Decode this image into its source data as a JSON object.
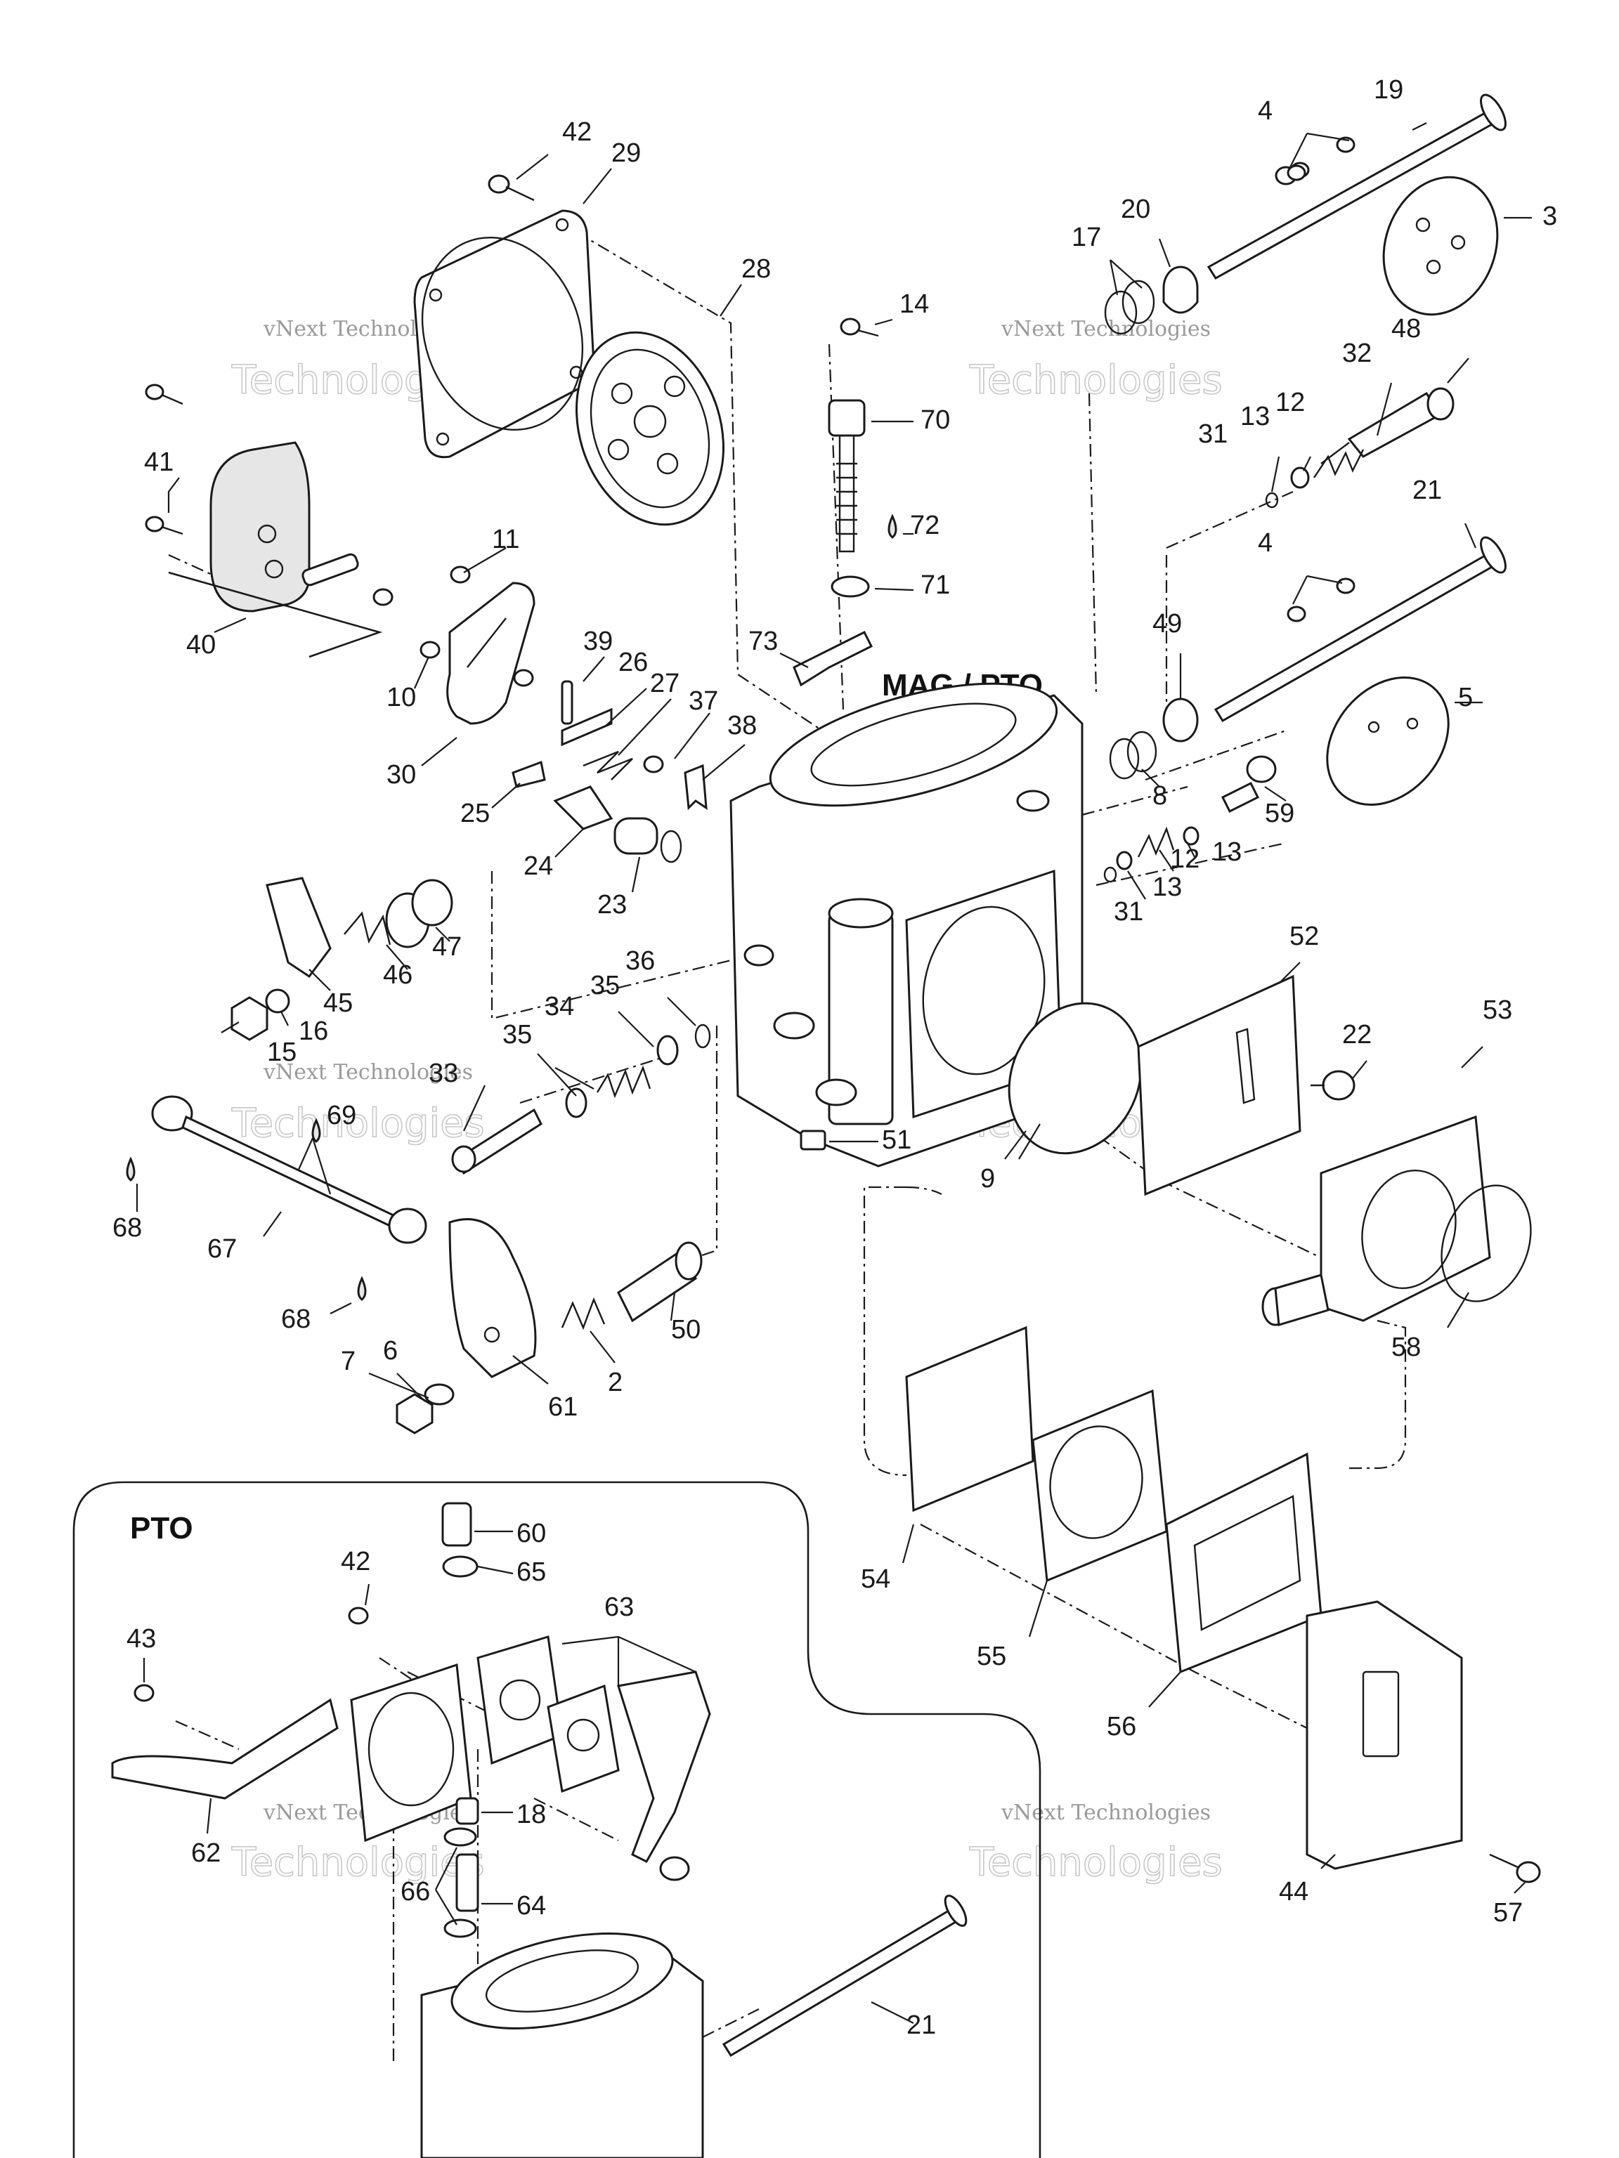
{
  "section_labels": {
    "mag_pto": "MAG / PTO",
    "pto": "PTO"
  },
  "watermark": {
    "line1": "vNext Technologies",
    "line2": "Technologies",
    "line3": "vNext"
  },
  "callouts": {
    "c2": "2",
    "c3": "3",
    "c4a": "4",
    "c4b": "4",
    "c5": "5",
    "c6": "6",
    "c7": "7",
    "c8": "8",
    "c9": "9",
    "c10": "10",
    "c11": "11",
    "c12a": "12",
    "c12b": "12",
    "c13a": "13",
    "c13b": "13",
    "c13c": "13",
    "c14": "14",
    "c15": "15",
    "c16": "16",
    "c17": "17",
    "c18": "18",
    "c19": "19",
    "c20": "20",
    "c21a": "21",
    "c21b": "21",
    "c22": "22",
    "c23": "23",
    "c24": "24",
    "c25": "25",
    "c26": "26",
    "c27": "27",
    "c28": "28",
    "c29": "29",
    "c30": "30",
    "c31a": "31",
    "c31b": "31",
    "c32": "32",
    "c33": "33",
    "c34": "34",
    "c35a": "35",
    "c35b": "35",
    "c36": "36",
    "c37": "37",
    "c38": "38",
    "c39": "39",
    "c40": "40",
    "c41": "41",
    "c42a": "42",
    "c42b": "42",
    "c43": "43",
    "c44": "44",
    "c45": "45",
    "c46": "46",
    "c47": "47",
    "c48": "48",
    "c49": "49",
    "c50": "50",
    "c51": "51",
    "c52": "52",
    "c53": "53",
    "c54": "54",
    "c55": "55",
    "c56": "56",
    "c57": "57",
    "c58": "58",
    "c59": "59",
    "c60": "60",
    "c61": "61",
    "c62": "62",
    "c63": "63",
    "c64": "64",
    "c65": "65",
    "c66": "66",
    "c67": "67",
    "c68a": "68",
    "c68b": "68",
    "c69": "69",
    "c70": "70",
    "c71": "71",
    "c72": "72",
    "c73": "73"
  },
  "icons": {
    "lubricant": "oil-drop-icon"
  },
  "colors": {
    "line": "#1a1a1a",
    "watermark": "#9a9a9a",
    "background": "#ffffff"
  }
}
